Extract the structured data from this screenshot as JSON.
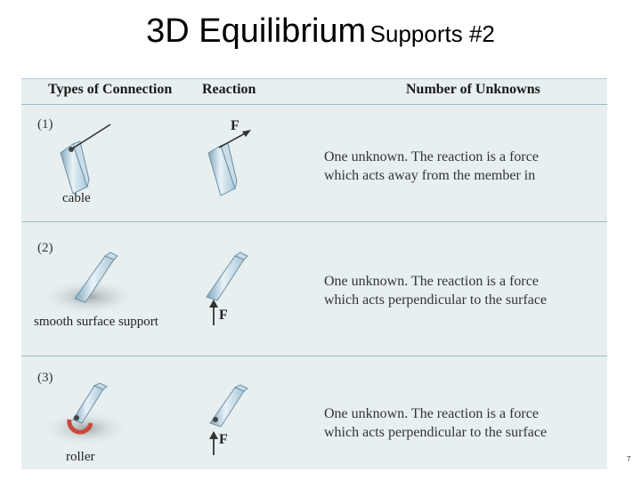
{
  "slide": {
    "title_main": "3D Equilibrium",
    "title_sub": "Supports #2",
    "page_number": "7"
  },
  "table": {
    "headers": {
      "types": "Types of Connection",
      "reaction": "Reaction",
      "unknowns": "Number of Unknowns"
    },
    "rows": [
      {
        "number": "(1)",
        "connection": "cable",
        "force": "F",
        "desc_line1": "One unknown. The reaction is a force",
        "desc_line2": "which acts away from the member in"
      },
      {
        "number": "(2)",
        "connection": "smooth surface support",
        "force": "F",
        "desc_line1": "One unknown. The reaction is a force",
        "desc_line2": "which acts perpendicular to the surface"
      },
      {
        "number": "(3)",
        "connection": "roller",
        "force": "F",
        "desc_line1": "One unknown. The reaction is a force",
        "desc_line2": "which acts perpendicular to the surface"
      }
    ]
  }
}
